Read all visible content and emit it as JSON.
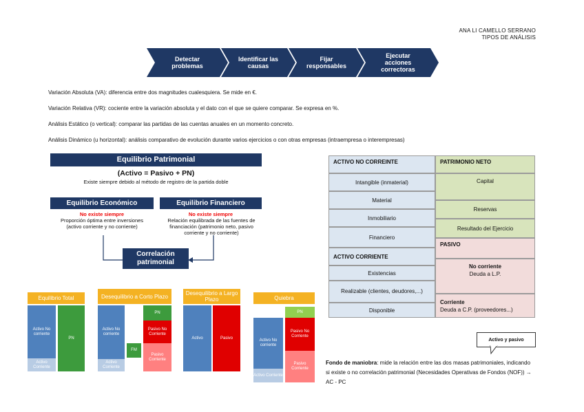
{
  "header": {
    "author": "ANA LI CAMELLO SERRANO",
    "subtitle": "TIPOS DE ANÁLISIS"
  },
  "process": [
    {
      "label": "Detectar problemas"
    },
    {
      "label": "Identificar las causas"
    },
    {
      "label": "Fijar responsables"
    },
    {
      "label": "Ejecutar acciones correctoras"
    }
  ],
  "definitions": [
    "Variación Absoluta (VA): diferencia entre dos magnitudes cualesquiera. Se mide en €.",
    "Variación Relativa (VR): cociente entre la variación absoluta y el dato con el que se quiere comparar. Se expresa en %.",
    "Análisis Estático (o vertical): comparar las partidas de las cuentas anuales en un momento concreto.",
    "Análisis Dinámico (u horizontal): análisis comparativo de evolución durante varios ejercicios o con otras empresas (intraempresa o interempresas)"
  ],
  "equilibrio": {
    "title": "Equilibrio Patrimonial",
    "formula": "(Activo = Pasivo + PN)",
    "note": "Existe siempre debido al método de registro de la partida doble",
    "economico": {
      "title": "Equilibrio Económico",
      "flag": "No existe siempre",
      "desc": "Proporción óptima entre inversiones (activo corriente y no corriente)"
    },
    "financiero": {
      "title": "Equilibrio Financiero",
      "flag": "No existe siempre",
      "desc": "Relación equilibrada de las fuentes de financiación (patrimonio neto, pasivo corriente y no corriente)"
    },
    "correlacion": "Correlación patrimonial"
  },
  "mini_charts": [
    {
      "title": "Equilibrio Total",
      "blocks": [
        "Activo No corriente",
        "Activo Corriente",
        "PN"
      ]
    },
    {
      "title": "Desequilibrio a Corto Plazo",
      "blocks": [
        "Activo No corriente",
        "Activo Corriente",
        "PN",
        "Pasivo No Corriente",
        "Pasivo Corriente",
        "FM"
      ]
    },
    {
      "title": "Desequilibrio a Largo Plazo",
      "blocks": [
        "Activo",
        "Pasivo"
      ]
    },
    {
      "title": "Quiebra",
      "blocks": [
        "Activo No corriente",
        "Activo Corriente",
        "PN",
        "Pasivo No Corriente",
        "Pasivo Corriente"
      ]
    }
  ],
  "balance": {
    "activo_nc": "ACTIVO NO CORREINTE",
    "intangible": "Intangible (inmaterial)",
    "material": "Material",
    "inmobiliario": "Inmobiliario",
    "financiero": "Financiero",
    "activo_c": "ACTIVO CORRIENTE",
    "existencias": "Existencias",
    "realizable": "Realizable (clientes, deudores,...)",
    "disponible": "Disponible",
    "pn": "PATRIMONIO NETO",
    "capital": "Capital",
    "reservas": "Reservas",
    "resultado": "Resultado del Ejercicio",
    "pasivo": "PASIVO",
    "no_corriente": "No corriente",
    "deuda_lp": "Deuda a L.P.",
    "corriente": "Corriente",
    "deuda_cp": "Deuda a C.P. (proveedores...)"
  },
  "bubble": "Activo y pasivo",
  "fondo": {
    "bold": "Fondo de maniobra",
    "text": ": mide la relación entre las dos masas patrimoniales, indicando si existe o no correlación patrimonial (Necesidades Operativas de Fondos (NOF)) → AC - PC"
  }
}
